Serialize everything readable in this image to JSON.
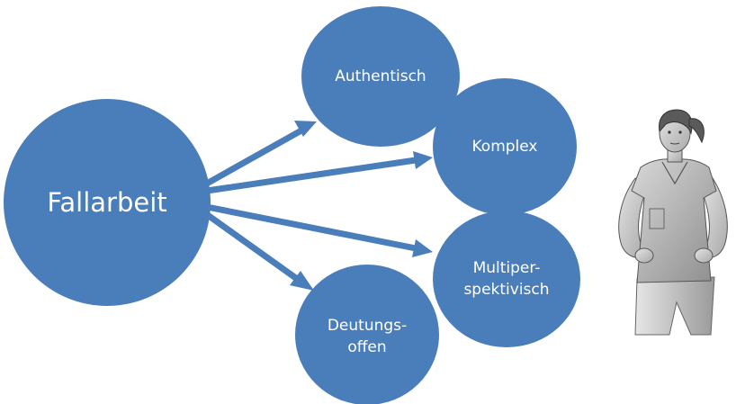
{
  "diagram": {
    "center_label": "Fallarbeit",
    "nodes": {
      "authentisch": "Authentisch",
      "komplex": "Komplex",
      "multiperspektivisch_line1": "Multiper-",
      "multiperspektivisch_line2": "spektivisch",
      "deutungsoffen_line1": "Deutungs-",
      "deutungsoffen_line2": "offen"
    },
    "colors": {
      "node_fill": "#4a7ebb",
      "node_text": "#ffffff",
      "arrow": "#4a7ebb"
    },
    "illustration": "nurse-figure-illustration"
  }
}
